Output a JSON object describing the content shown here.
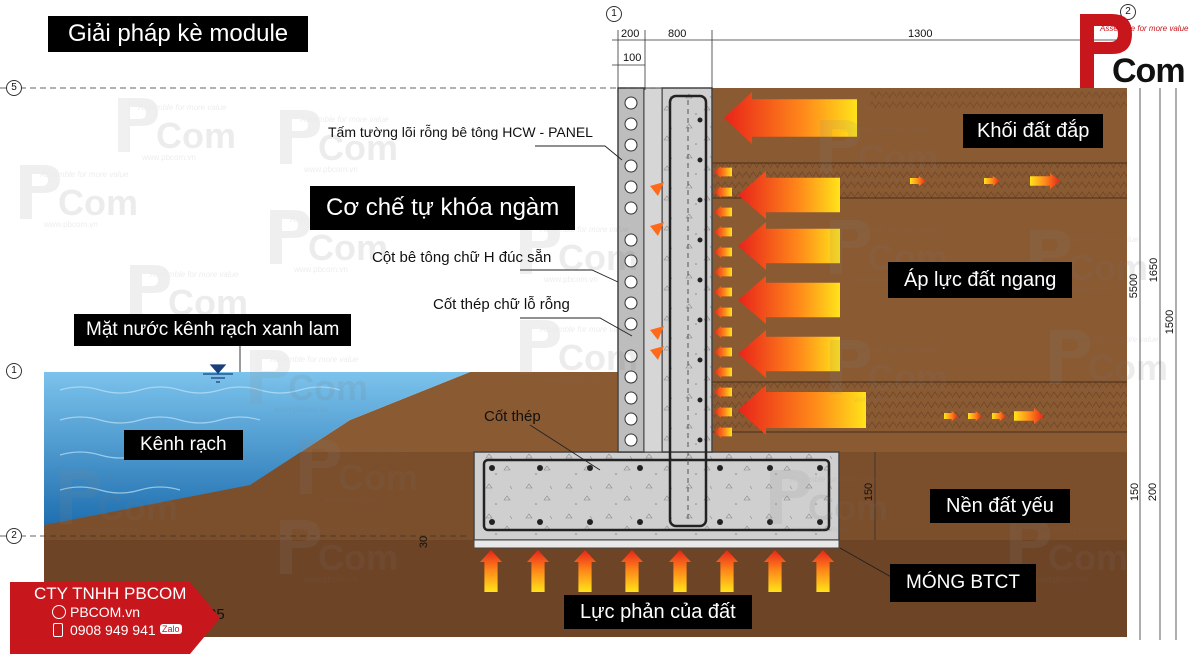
{
  "title": "Giải pháp kè module",
  "labels": {
    "hcw_panel": "Tấm tường lõi rỗng bê tông HCW - PANEL",
    "self_lock": "Cơ chế tự khóa ngàm",
    "h_column": "Cột bê tông chữ H đúc sẵn",
    "hollow_rebar": "Cốt thép chữ lỗ rỗng",
    "water_surface": "Mặt nước kênh rạch xanh lam",
    "canal": "Kênh rạch",
    "rebar": "Cốt thép",
    "fill_soil": "Khối đất đắp",
    "lateral_pressure": "Áp lực đất ngang",
    "weak_soil": "Nền đất yếu",
    "rc_foundation": "MÓNG BTCT",
    "soil_reaction": "Lực phản của đất"
  },
  "dimensions": {
    "top": [
      "200",
      "800",
      "1300",
      "100"
    ],
    "right": [
      "5500",
      "1650",
      "1500",
      "150",
      "200"
    ],
    "inner": [
      "150",
      "30"
    ],
    "scale_fragment": "25"
  },
  "grid_markers": [
    "1",
    "5",
    "1",
    "2",
    "2"
  ],
  "company": {
    "name": "CTY TNHH PBCOM",
    "site": "PBCOM.vn",
    "phone": "0908 949 941",
    "chat": "Zalo"
  },
  "logo": {
    "tagline": "Assemble for more value",
    "letters": "Com"
  },
  "watermark": {
    "tagline": "Assemble for more value",
    "letters": "Com",
    "site": "www.pbcom.vn"
  },
  "colors": {
    "soil": "#8a5a33",
    "soil_dark": "#6e4426",
    "water": "#2a88c8",
    "concrete": "#c9c9c9",
    "arrow_hot": "#e8231a",
    "arrow_warm": "#ffd21a",
    "brand_red": "#c8161d"
  }
}
